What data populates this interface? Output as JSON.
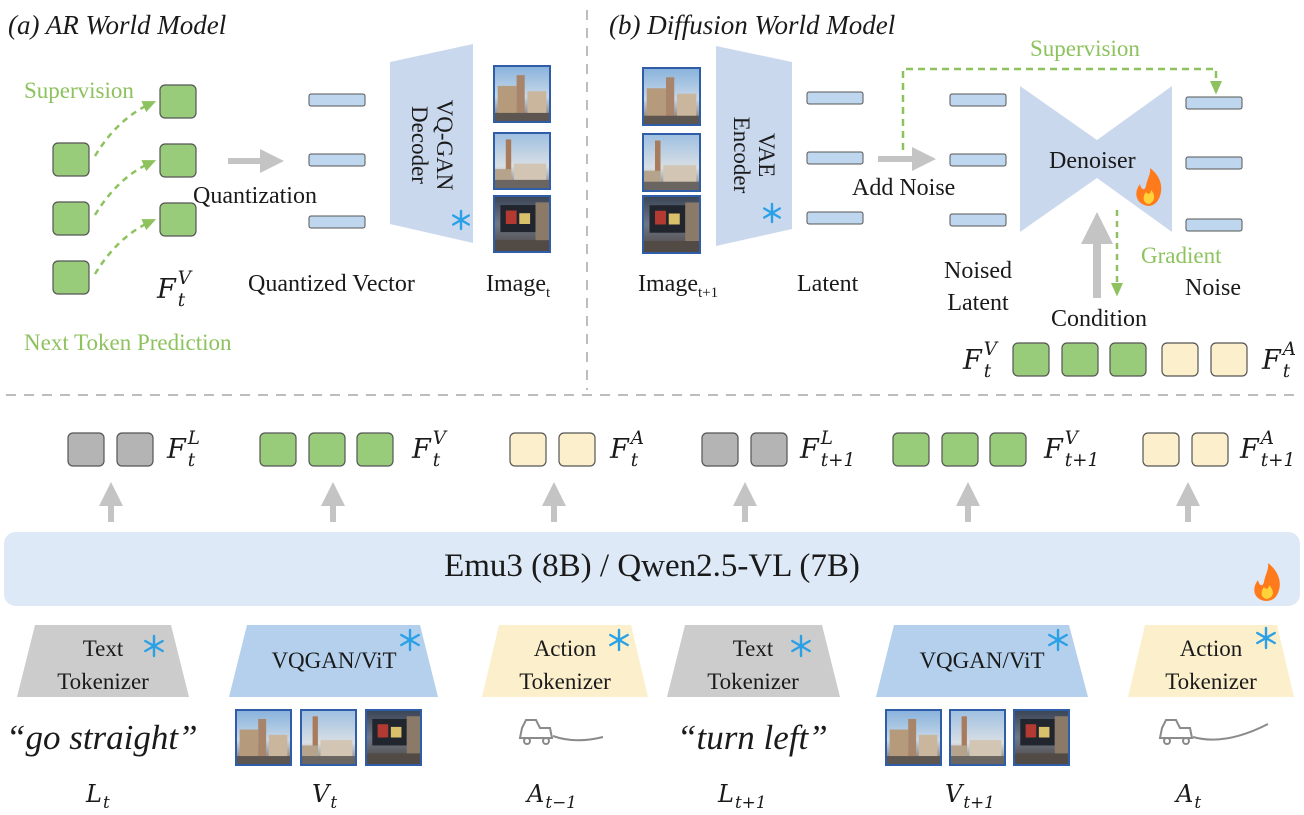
{
  "panel_a": {
    "title": "(a) AR World Model",
    "supervision": "Supervision",
    "quantization": "Quantization",
    "decoder_label": "VQ-GAN Decoder",
    "quantized_vector": "Quantized Vector",
    "image_label": "Image",
    "image_sub": "t",
    "next_token": "Next Token Prediction",
    "feature": {
      "base": "F",
      "sub": "t",
      "sup": "V"
    }
  },
  "panel_b": {
    "title": "(b) Diffusion World Model",
    "supervision": "Supervision",
    "encoder_label": "VAE Encoder",
    "add_noise": "Add Noise",
    "denoiser": "Denoiser",
    "gradient": "Gradient",
    "image_label": "Image",
    "image_sub": "t+1",
    "latent": "Latent",
    "noised_latent_line1": "Noised",
    "noised_latent_line2": "Latent",
    "noise": "Noise",
    "condition": "Condition",
    "feature_v": {
      "base": "F",
      "sub": "t",
      "sup": "V"
    },
    "feature_a": {
      "base": "F",
      "sub": "t",
      "sup": "A"
    }
  },
  "features": [
    {
      "base": "F",
      "sub": "t",
      "sup": "L"
    },
    {
      "base": "F",
      "sub": "t",
      "sup": "V"
    },
    {
      "base": "F",
      "sub": "t",
      "sup": "A"
    },
    {
      "base": "F",
      "sub": "t+1",
      "sup": "L"
    },
    {
      "base": "F",
      "sub": "t+1",
      "sup": "V"
    },
    {
      "base": "F",
      "sub": "t+1",
      "sup": "A"
    }
  ],
  "backbone": {
    "label": "Emu3 (8B) / Qwen2.5-VL (7B)"
  },
  "tokenizers": [
    {
      "line1": "Text",
      "line2": "Tokenizer"
    },
    {
      "line1": "VQGAN/ViT",
      "line2": ""
    },
    {
      "line1": "Action",
      "line2": "Tokenizer"
    },
    {
      "line1": "Text",
      "line2": "Tokenizer"
    },
    {
      "line1": "VQGAN/ViT",
      "line2": ""
    },
    {
      "line1": "Action",
      "line2": "Tokenizer"
    }
  ],
  "inputs": {
    "text_1": "“go straight”",
    "text_2": "“turn left”"
  },
  "bottom_labels": [
    {
      "base": "L",
      "sub": "t"
    },
    {
      "base": "V",
      "sub": "t"
    },
    {
      "base": "A",
      "sub": "t−1"
    },
    {
      "base": "L",
      "sub": "t+1"
    },
    {
      "base": "V",
      "sub": "t+1"
    },
    {
      "base": "A",
      "sub": "t"
    }
  ],
  "colors": {
    "green_token": "#98cc7b",
    "gray_token": "#b4b4b4",
    "yellow_token": "#fcefcb",
    "blue_bar": "#bfd6ef",
    "backbone": "#dde9f6",
    "vqgan_tokenizer": "#b5d0ec",
    "text_tokenizer": "#cccccc",
    "action_tokenizer": "#fbefcc",
    "accent_green": "#8dc25e",
    "snowflake": "#2aa0e6",
    "fire": "#ff7a1a"
  }
}
